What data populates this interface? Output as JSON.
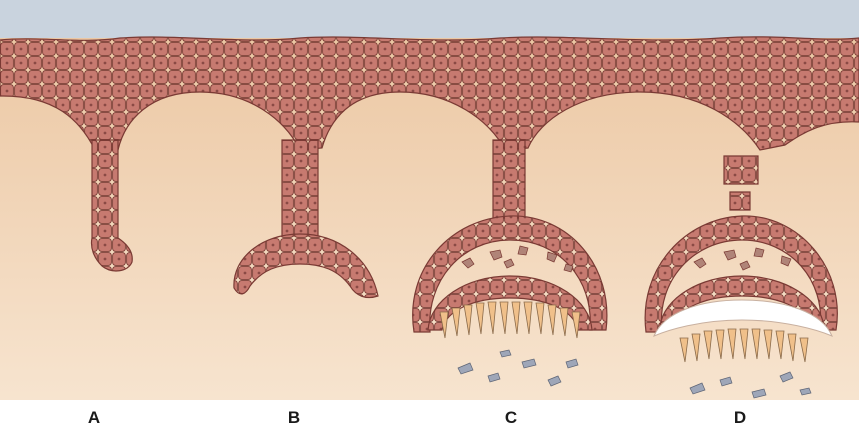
{
  "stages": [
    {
      "id": "a",
      "label": "A"
    },
    {
      "id": "b",
      "label": "B"
    },
    {
      "id": "c",
      "label": "C"
    },
    {
      "id": "d",
      "label": "D"
    }
  ],
  "colors": {
    "background": "#ffffff",
    "surface_band": "#c9d3de",
    "dermis": "#f2d2b2",
    "epithelial_cell": "#c77a70",
    "cell_border": "#7a3a34",
    "cell_nucleus": "#8a4a45",
    "odontoblast_cell": "#f0c08a",
    "dentin_layer": "#ffffff",
    "pulp_cell": "#9ea6b8",
    "label_text": "#1a1a1a"
  }
}
